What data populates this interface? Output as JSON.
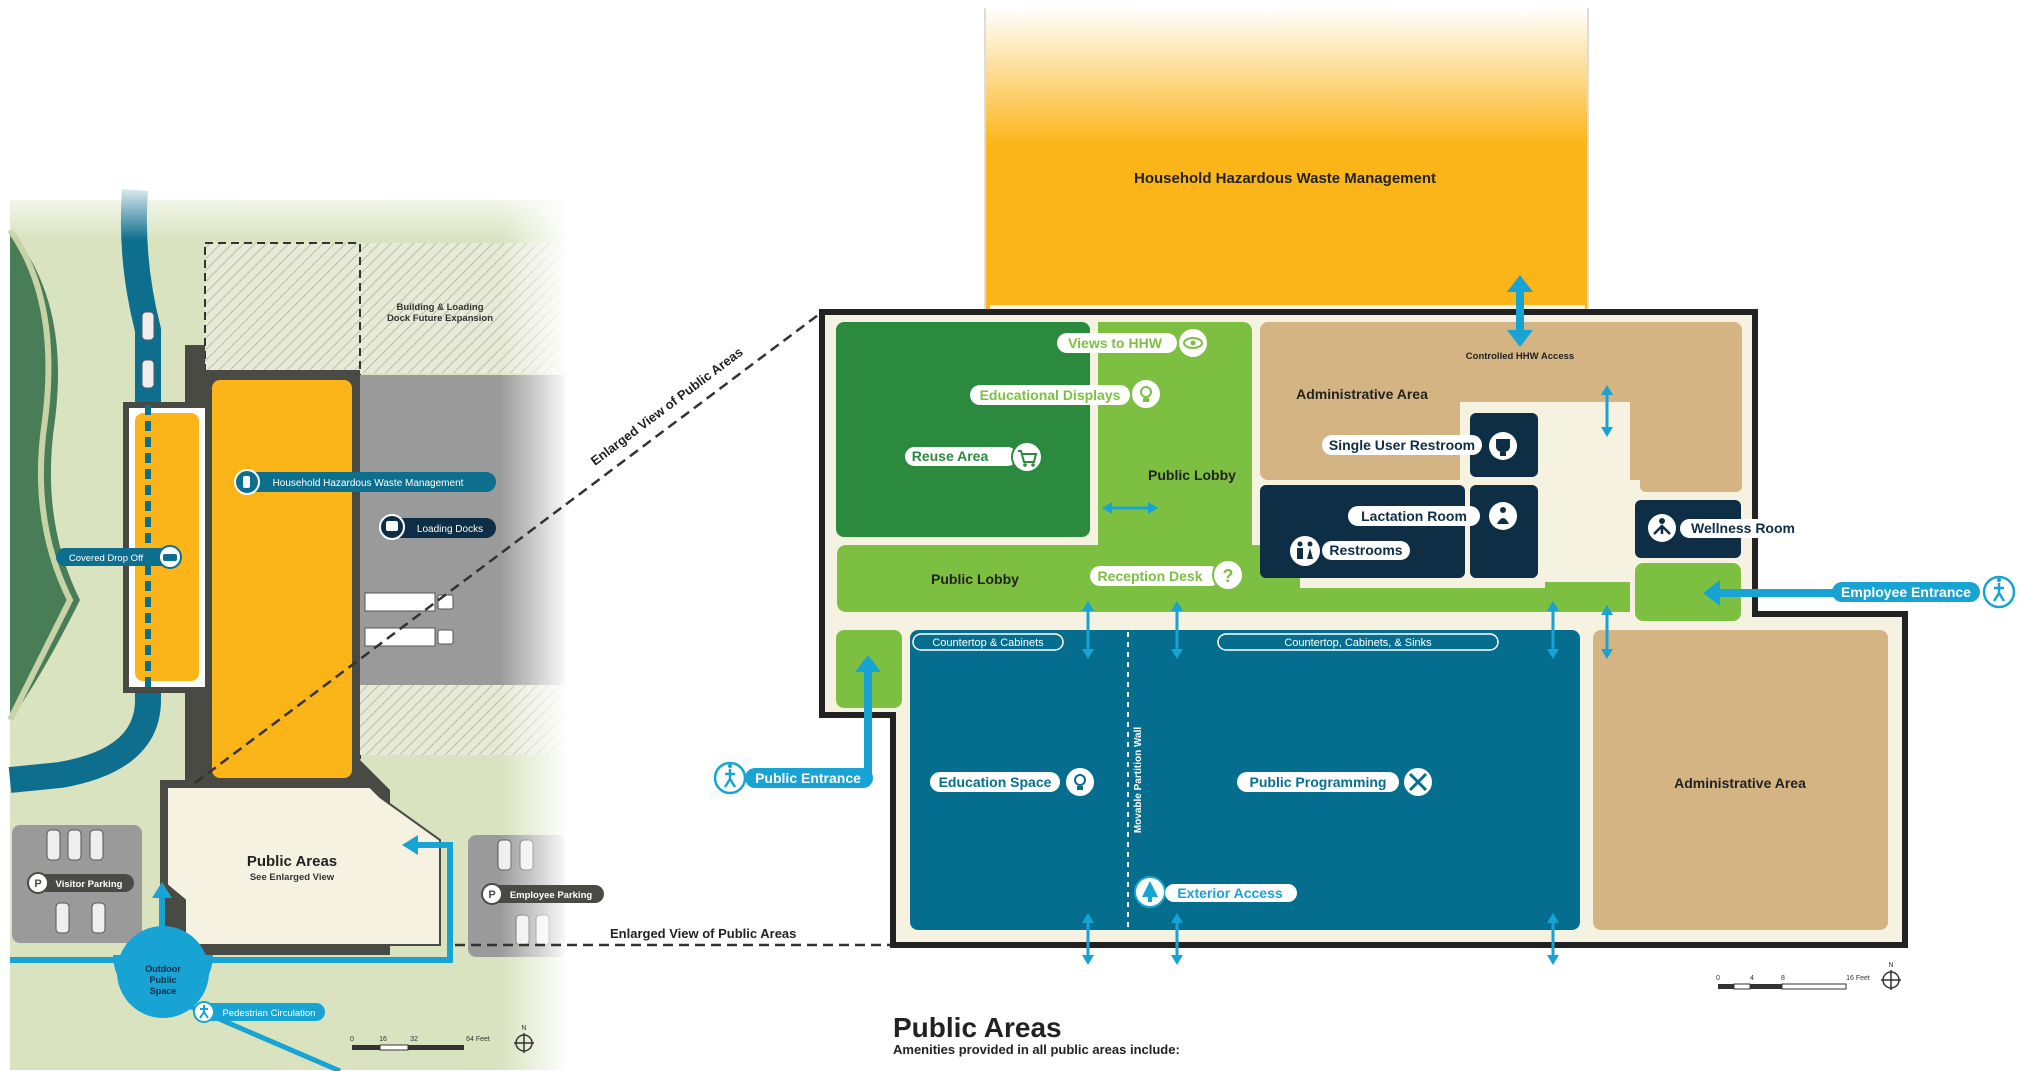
{
  "colors": {
    "hhw_orange": "#fbb519",
    "light_green": "#7dbf41",
    "dark_green": "#2b8a3e",
    "navy": "#0d2e45",
    "teal_blue": "#056e8f",
    "tan": "#d4b483",
    "cream": "#f6f2e2",
    "arrow_blue": "#17a3d3",
    "site_green": "#d9e3c0",
    "gray_lot": "#9a9a9a"
  },
  "site_plan": {
    "hhw_label": "Household Hazardous Waste Management",
    "loading_docks": "Loading Docks",
    "covered_drop_off": "Covered Drop Off",
    "future_expansion_line1": "Building & Loading",
    "future_expansion_line2": "Dock Future Expansion",
    "public_areas_title": "Public Areas",
    "public_areas_sub": "See Enlarged View",
    "visitor_parking": "Visitor Parking",
    "employee_parking": "Employee Parking",
    "outdoor_line1": "Outdoor",
    "outdoor_line2": "Public",
    "outdoor_line3": "Space",
    "pedestrian_circulation": "Pedestrian Circulation",
    "scale_ticks": [
      "0",
      "16",
      "32",
      "64 Feet"
    ],
    "north": "N"
  },
  "connector": {
    "diagonal_label": "Enlarged View of Public Areas",
    "horizontal_label": "Enlarged View of Public Areas"
  },
  "enlarged": {
    "hhw_title": "Household Hazardous Waste Management",
    "controlled_access": "Controlled HHW Access",
    "views_to_hhw": "Views to HHW",
    "educational_displays": "Educational Displays",
    "reuse_area": "Reuse Area",
    "public_lobby_upper": "Public Lobby",
    "public_lobby_lower": "Public Lobby",
    "reception_desk": "Reception Desk",
    "admin_area_top": "Administrative Area",
    "single_user_restroom": "Single User Restroom",
    "lactation_room": "Lactation Room",
    "restrooms": "Restrooms",
    "wellness_room": "Wellness Room",
    "employee_entrance": "Employee Entrance",
    "public_entrance": "Public Entrance",
    "countertop_cabinets": "Countertop & Cabinets",
    "countertop_cabinets_sinks": "Countertop, Cabinets, & Sinks",
    "education_space": "Education Space",
    "public_programming": "Public Programming",
    "movable_wall": "Movable Partition Wall",
    "exterior_access": "Exterior Access",
    "admin_area_bottom": "Administrative Area",
    "scale_ticks": [
      "0",
      "4",
      "8",
      "16 Feet"
    ],
    "north": "N"
  },
  "footer": {
    "title": "Public Areas",
    "subtitle": "Amenities provided in all public areas include:"
  }
}
